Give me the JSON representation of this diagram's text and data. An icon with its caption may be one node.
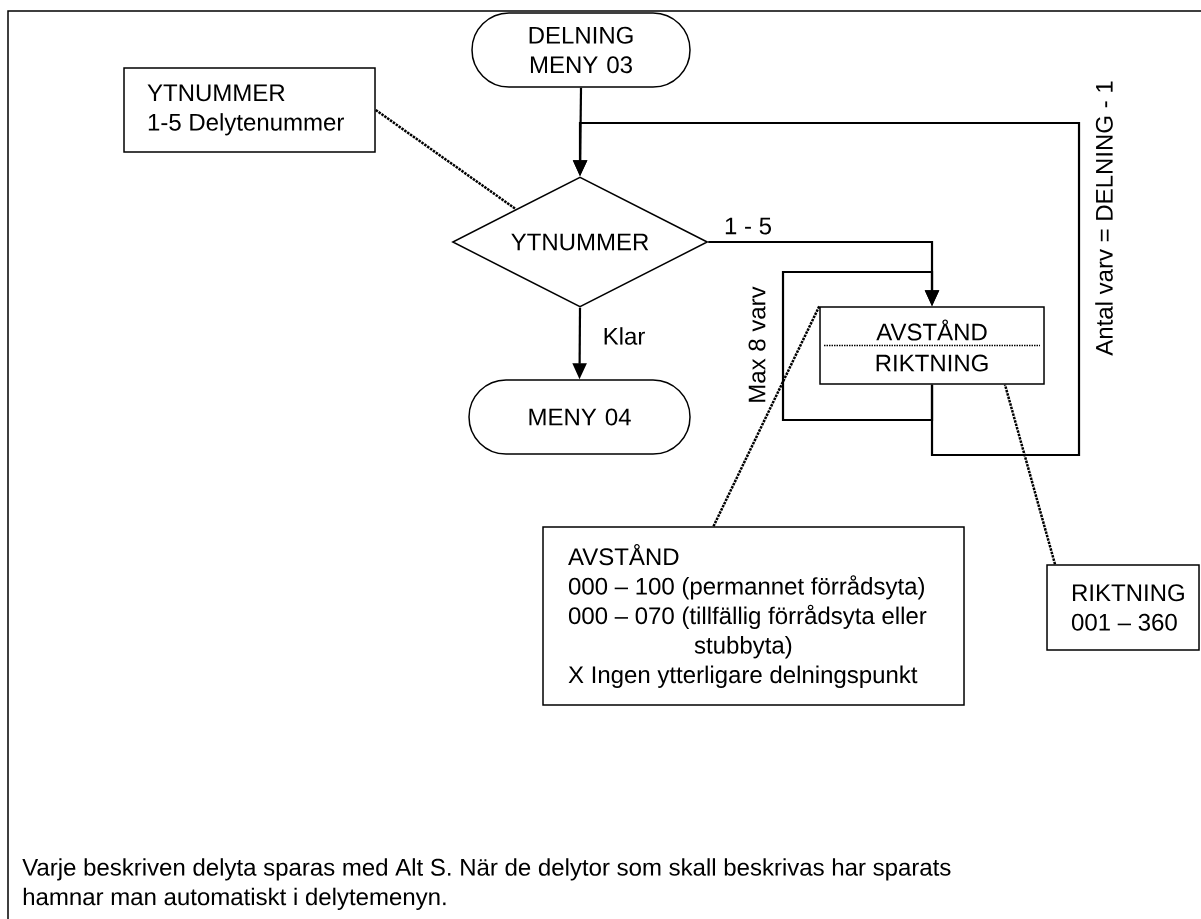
{
  "diagram": {
    "nodes": [
      {
        "text": [
          "DELNING MENY 03"
        ]
      },
      {
        "text": [
          "YTNUMMER",
          "1-5 Delytenummer"
        ]
      },
      {
        "text": [
          "YTNUMMER"
        ]
      },
      {
        "text": [
          "AVSTÅND",
          "RIKTNING"
        ]
      },
      {
        "text": [
          "MENY 04"
        ]
      },
      {
        "text": [
          "AVSTÅND",
          "000 – 100 (permannet förrådsyta)",
          "000 – 070 (tillfällig förrådsyta eller stubbyta)",
          "X Ingen ytterligare delningspunkt"
        ]
      },
      {
        "text": [
          "RIKTNING",
          "001 – 360"
        ]
      }
    ],
    "edges": [
      {
        "from": 0,
        "to": 2,
        "arrow": "to"
      },
      {
        "from": 2,
        "to": 3,
        "arrow": "to",
        "label": "1 - 5"
      },
      {
        "from": 2,
        "to": 4,
        "arrow": "to",
        "label": "Klar"
      },
      {
        "from": 3,
        "to": 3,
        "arrow": "to",
        "label": "Max 8 varv"
      },
      {
        "from": 3,
        "to": 2,
        "arrow": "to",
        "label": "Antal varv = DELNING - 1"
      },
      {
        "from": 1,
        "to": 2,
        "arrow": "none",
        "style": "dashed"
      },
      {
        "from": 5,
        "to": 3,
        "arrow": "none",
        "style": "dashed"
      },
      {
        "from": 6,
        "to": 3,
        "arrow": "none",
        "style": "dashed"
      }
    ],
    "labels": [
      "Varje beskriven delyta sparas med Alt S. När de delytor som skall beskrivas har sparats hamnar man automatiskt i delytemenyn."
    ]
  }
}
